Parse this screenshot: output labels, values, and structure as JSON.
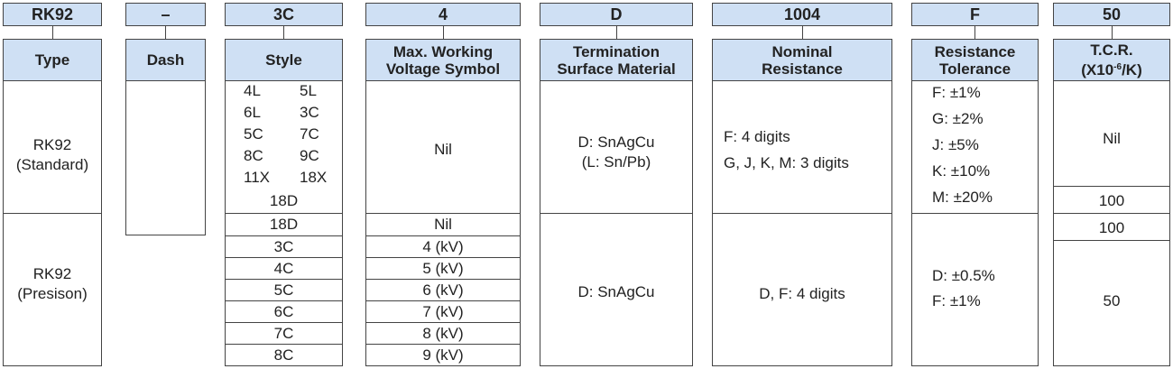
{
  "codes": {
    "type": "RK92",
    "dash": "–",
    "style": "3C",
    "voltage": "4",
    "termination": "D",
    "resistance": "1004",
    "tolerance": "F",
    "tcr": "50"
  },
  "headers": {
    "type": "Type",
    "dash": "Dash",
    "style": "Style",
    "voltage_l1": "Max. Working",
    "voltage_l2": "Voltage Symbol",
    "termination_l1": "Termination",
    "termination_l2": "Surface Material",
    "resistance_l1": "Nominal",
    "resistance_l2": "Resistance",
    "tolerance_l1": "Resistance",
    "tolerance_l2": "Tolerance",
    "tcr_l1": "T.C.R.",
    "tcr_pre": "(X10",
    "tcr_sup": "-6",
    "tcr_post": "/K)"
  },
  "type": {
    "standard_l1": "RK92",
    "standard_l2": "(Standard)",
    "precision_l1": "RK92",
    "precision_l2": "(Presison)"
  },
  "style": {
    "standard_left": [
      "4L",
      "6L",
      "5C",
      "8C",
      "11X"
    ],
    "standard_right": [
      "5L",
      "3C",
      "7C",
      "9C",
      "18X"
    ],
    "standard_last": "18D",
    "precision": [
      "18D",
      "3C",
      "4C",
      "5C",
      "6C",
      "7C",
      "8C"
    ]
  },
  "voltage": {
    "standard": "Nil",
    "precision": [
      "Nil",
      "4 (kV)",
      "5 (kV)",
      "6 (kV)",
      "7 (kV)",
      "8 (kV)",
      "9 (kV)"
    ]
  },
  "termination": {
    "standard_l1": "D: SnAgCu",
    "standard_l2": "(L: Sn/Pb)",
    "precision": "D: SnAgCu"
  },
  "resistance": {
    "standard_l1": "F: 4 digits",
    "standard_l2": "G, J, K, M: 3 digits",
    "precision": "D, F: 4 digits"
  },
  "tolerance": {
    "standard": [
      "F: ±1%",
      "G: ±2%",
      "J: ±5%",
      "K: ±10%",
      "M: ±20%"
    ],
    "precision": [
      "D: ±0.5%",
      "F: ±1%"
    ]
  },
  "tcr": {
    "standard_nil": "Nil",
    "standard_100": "100",
    "precision_100": "100",
    "precision_50": "50"
  }
}
